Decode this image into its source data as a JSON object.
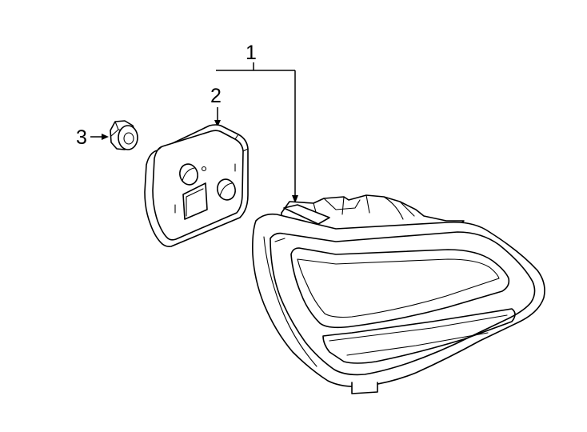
{
  "diagram": {
    "callouts": [
      {
        "number": "1",
        "target": "tail-lamp-assembly"
      },
      {
        "number": "2",
        "target": "gasket"
      },
      {
        "number": "3",
        "target": "nut"
      }
    ]
  }
}
